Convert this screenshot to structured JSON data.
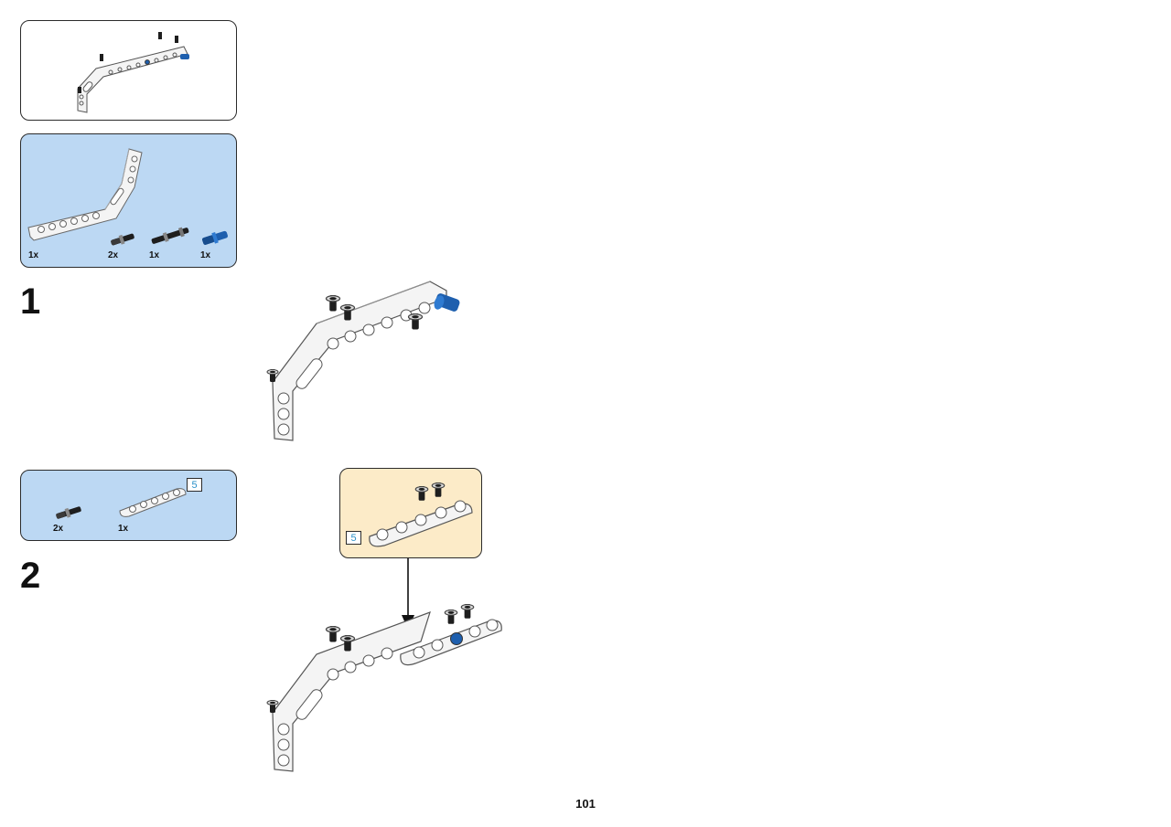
{
  "parts_list_1": {
    "items": [
      {
        "qty": "1x",
        "part": "bent-beam-icon"
      },
      {
        "qty": "2x",
        "part": "friction-pin-icon"
      },
      {
        "qty": "1x",
        "part": "long-pin-icon"
      },
      {
        "qty": "1x",
        "part": "blue-axle-pin-icon"
      }
    ]
  },
  "parts_list_2": {
    "items": [
      {
        "qty": "2x",
        "part": "friction-pin-icon"
      },
      {
        "qty": "1x",
        "part": "straight-beam-icon",
        "length": "5"
      }
    ]
  },
  "steps": [
    {
      "number": "1"
    },
    {
      "number": "2"
    }
  ],
  "subassembly": {
    "beam_length": "5"
  },
  "page": {
    "number": "101"
  },
  "colors": {
    "parts_bg": "#bcd8f3",
    "subassembly_bg": "#fcebc8",
    "blue_pin": "#1e5fae",
    "beam": "#f4f4f4",
    "pin_black": "#1e1e1e"
  }
}
